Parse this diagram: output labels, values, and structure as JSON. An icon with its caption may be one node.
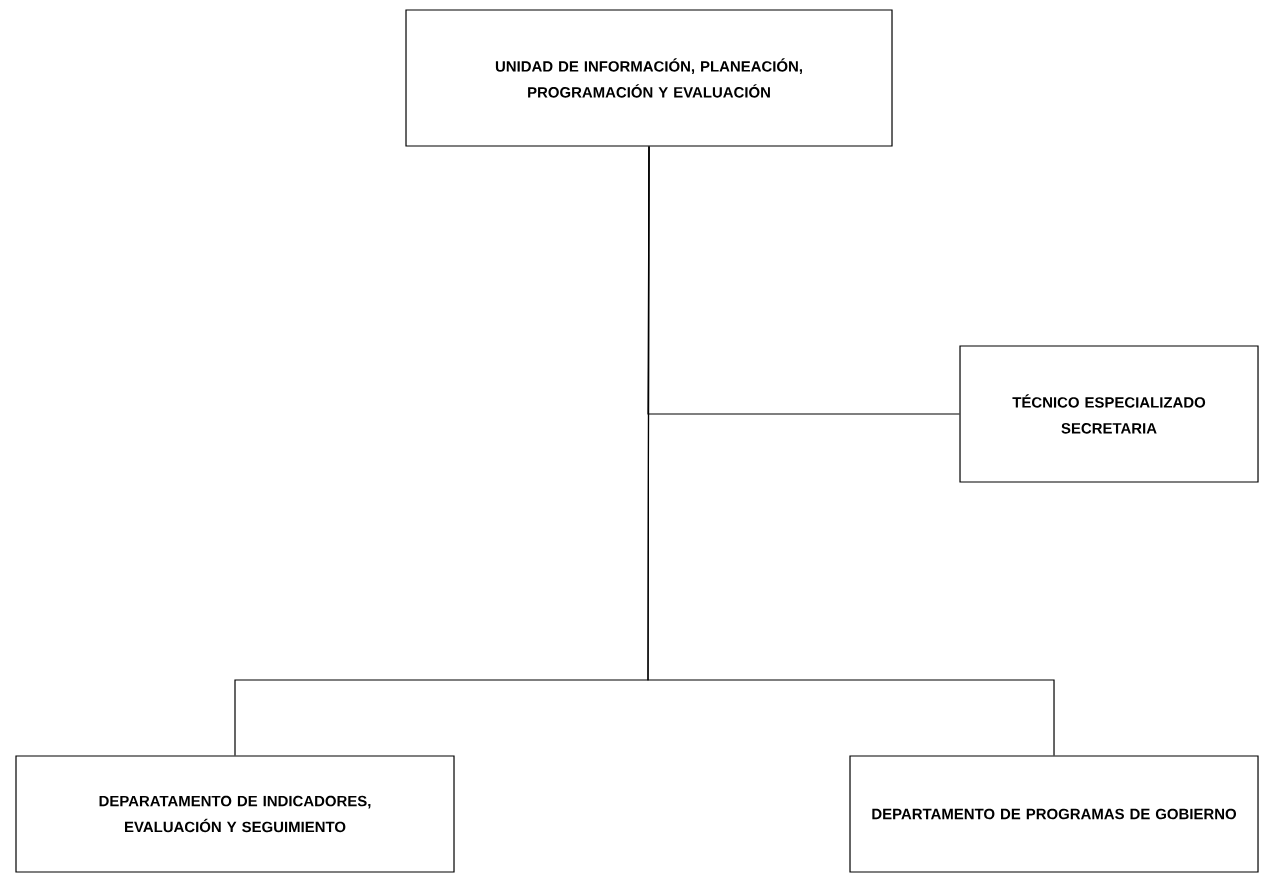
{
  "diagram": {
    "nodes": [
      {
        "text": [
          "UNIDAD DE INFORMACIÓN, PLANEACIÓN, PROGRAMACIÓN Y EVALUACIÓN"
        ]
      },
      {
        "text": [
          "TÉCNICO ESPECIALIZADO SECRETARIA"
        ]
      },
      {
        "text": [
          "DEPARATAMENTO DE INDICADORES, EVALUACIÓN Y SEGUIMIENTO"
        ]
      },
      {
        "text": [
          "DEPARTAMENTO DE PROGRAMAS DE GOBIERNO"
        ]
      }
    ],
    "edges": [
      {
        "from": 0,
        "to": 1,
        "arrow": "none"
      },
      {
        "from": 0,
        "to": 2,
        "arrow": "none"
      },
      {
        "from": 0,
        "to": 3,
        "arrow": "none"
      }
    ]
  }
}
